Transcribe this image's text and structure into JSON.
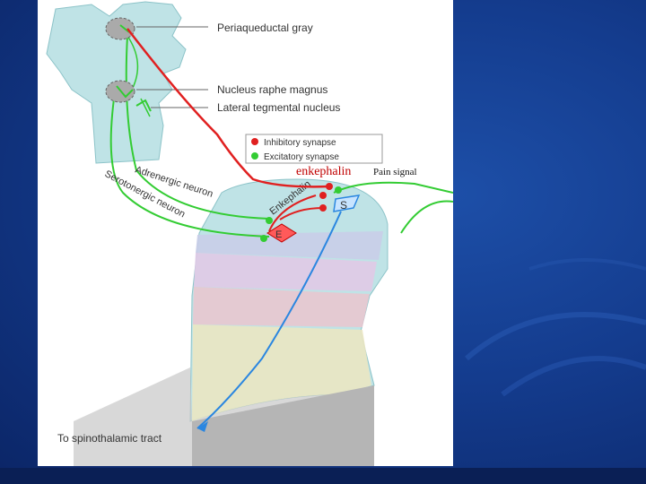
{
  "colors": {
    "background": "#143c8e",
    "tissue": "#bfe3e6",
    "inhibitory": "#e02020",
    "excitatory": "#33cc33",
    "pain_path": "#2a86e0"
  },
  "labels": {
    "periaqueductal_gray": "Periaqueductal gray",
    "nucleus_raphe_magnus": "Nucleus raphe magnus",
    "lateral_tegmental_nucleus": "Lateral tegmental nucleus",
    "adrenergic_neuron": "Adrenergic neuron",
    "serotonergic_neuron": "Serotonergic neuron",
    "enkephalin_neuron": "Enkephalin",
    "to_spinothalamic": "To spinothalamic tract",
    "s_marker": "S",
    "e_marker": "E"
  },
  "legend": {
    "inhibitory": "Inhibitory synapse",
    "excitatory": "Excitatory synapse"
  },
  "annotations": {
    "enkephalin": "enkephalin",
    "pain_signal": "Pain signal"
  }
}
